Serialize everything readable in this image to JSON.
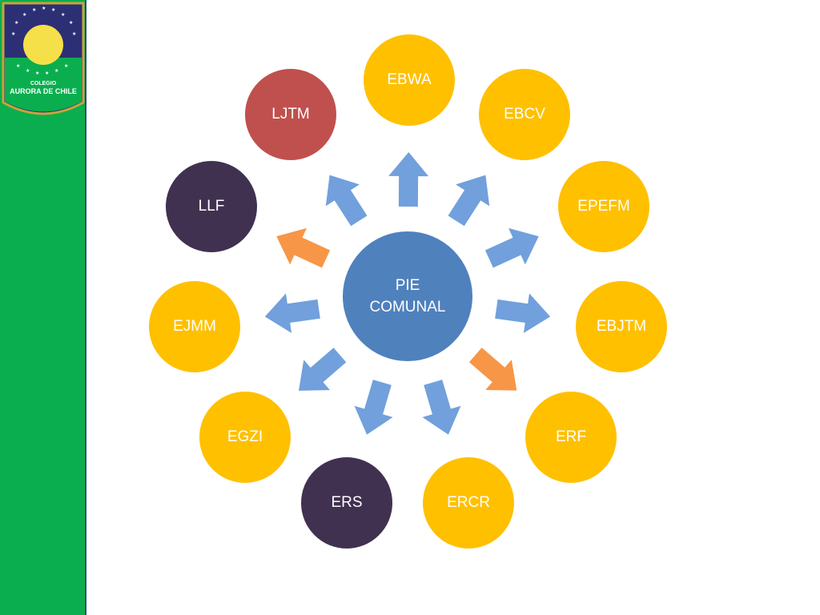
{
  "logo": {
    "line1": "COLEGIO",
    "line2": "AURORA DE CHILE",
    "colors": {
      "navy": "#2c2f74",
      "green": "#0aae4f",
      "sun": "#f5e04a",
      "gold": "#c9a43a"
    }
  },
  "diagram": {
    "center": {
      "line1": "PIE",
      "line2": "COMUNAL",
      "color": "#4f81bd"
    },
    "nodes": [
      {
        "label": "EBWA",
        "color": "#ffc000"
      },
      {
        "label": "EBCV",
        "color": "#ffc000"
      },
      {
        "label": "EPEFM",
        "color": "#ffc000"
      },
      {
        "label": "EBJTM",
        "color": "#ffc000"
      },
      {
        "label": "ERF",
        "color": "#ffc000"
      },
      {
        "label": "ERCR",
        "color": "#ffc000"
      },
      {
        "label": "ERS",
        "color": "#403151"
      },
      {
        "label": "EGZI",
        "color": "#ffc000"
      },
      {
        "label": "EJMM",
        "color": "#ffc000"
      },
      {
        "label": "LLF",
        "color": "#403151"
      },
      {
        "label": "LJTM",
        "color": "#c0504d"
      }
    ],
    "arrow_colors": {
      "EBWA": "#71a0dc",
      "EBCV": "#71a0dc",
      "EPEFM": "#71a0dc",
      "EBJTM": "#71a0dc",
      "ERF": "#f79646",
      "ERCR": "#71a0dc",
      "ERS": "#71a0dc",
      "EGZI": "#71a0dc",
      "EJMM": "#71a0dc",
      "LLF": "#f79646",
      "LJTM": "#71a0dc"
    }
  }
}
